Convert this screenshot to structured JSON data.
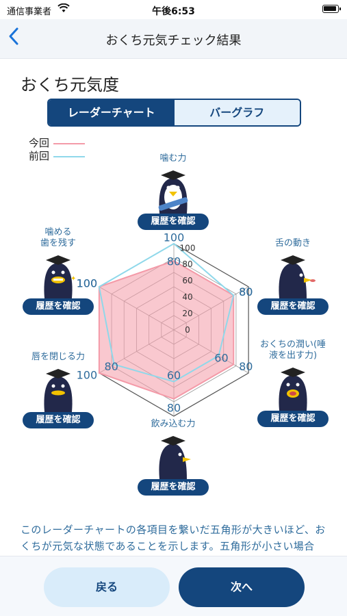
{
  "status_bar": {
    "carrier": "通信事業者",
    "time": "午後6:53"
  },
  "nav": {
    "title": "おくち元気チェック結果"
  },
  "section_title": "おくち元気度",
  "tabs": [
    {
      "label": "レーダーチャート",
      "active": true
    },
    {
      "label": "バーグラフ",
      "active": false
    }
  ],
  "legend": [
    {
      "label": "今回",
      "color": "#f49aa8"
    },
    {
      "label": "前回",
      "color": "#8fd8ea"
    }
  ],
  "history_button": "履歴を確認",
  "categories": {
    "chew": "噛む力",
    "tongue": "舌の動き",
    "moist_line1": "おくちの潤い(唾",
    "moist_line2": "液を出す力)",
    "swallow": "飲み込む力",
    "lips": "唇を閉じる力",
    "teeth_line1": "噛める",
    "teeth_line2": "歯を残す"
  },
  "chart_data": {
    "type": "radar",
    "axes": [
      "噛む力",
      "舌の動き",
      "おくちの潤い(唾液を出す力)",
      "飲み込む力",
      "唇を閉じる力",
      "噛める歯を残す"
    ],
    "scale_ticks": [
      "0",
      "20",
      "40",
      "60",
      "80",
      "100"
    ],
    "range": [
      0,
      100
    ],
    "series": [
      {
        "name": "今回",
        "color": "#f49aa8",
        "values": [
          80,
          80,
          80,
          80,
          100,
          100
        ],
        "labels": [
          "80",
          "80",
          "80",
          "80",
          "100",
          "100"
        ]
      },
      {
        "name": "前回",
        "color": "#8fd8ea",
        "values": [
          100,
          80,
          60,
          60,
          80,
          100
        ],
        "labels": [
          "100",
          "80",
          "60",
          "60",
          "80",
          "100"
        ]
      }
    ]
  },
  "description": "このレーダーチャートの各項目を繋いだ五角形が大きいほど、おくちが元気な状態であることを示します。五角形が小さい場合や、小さくしている項目がある場",
  "buttons": {
    "back": "戻る",
    "next": "次へ"
  }
}
